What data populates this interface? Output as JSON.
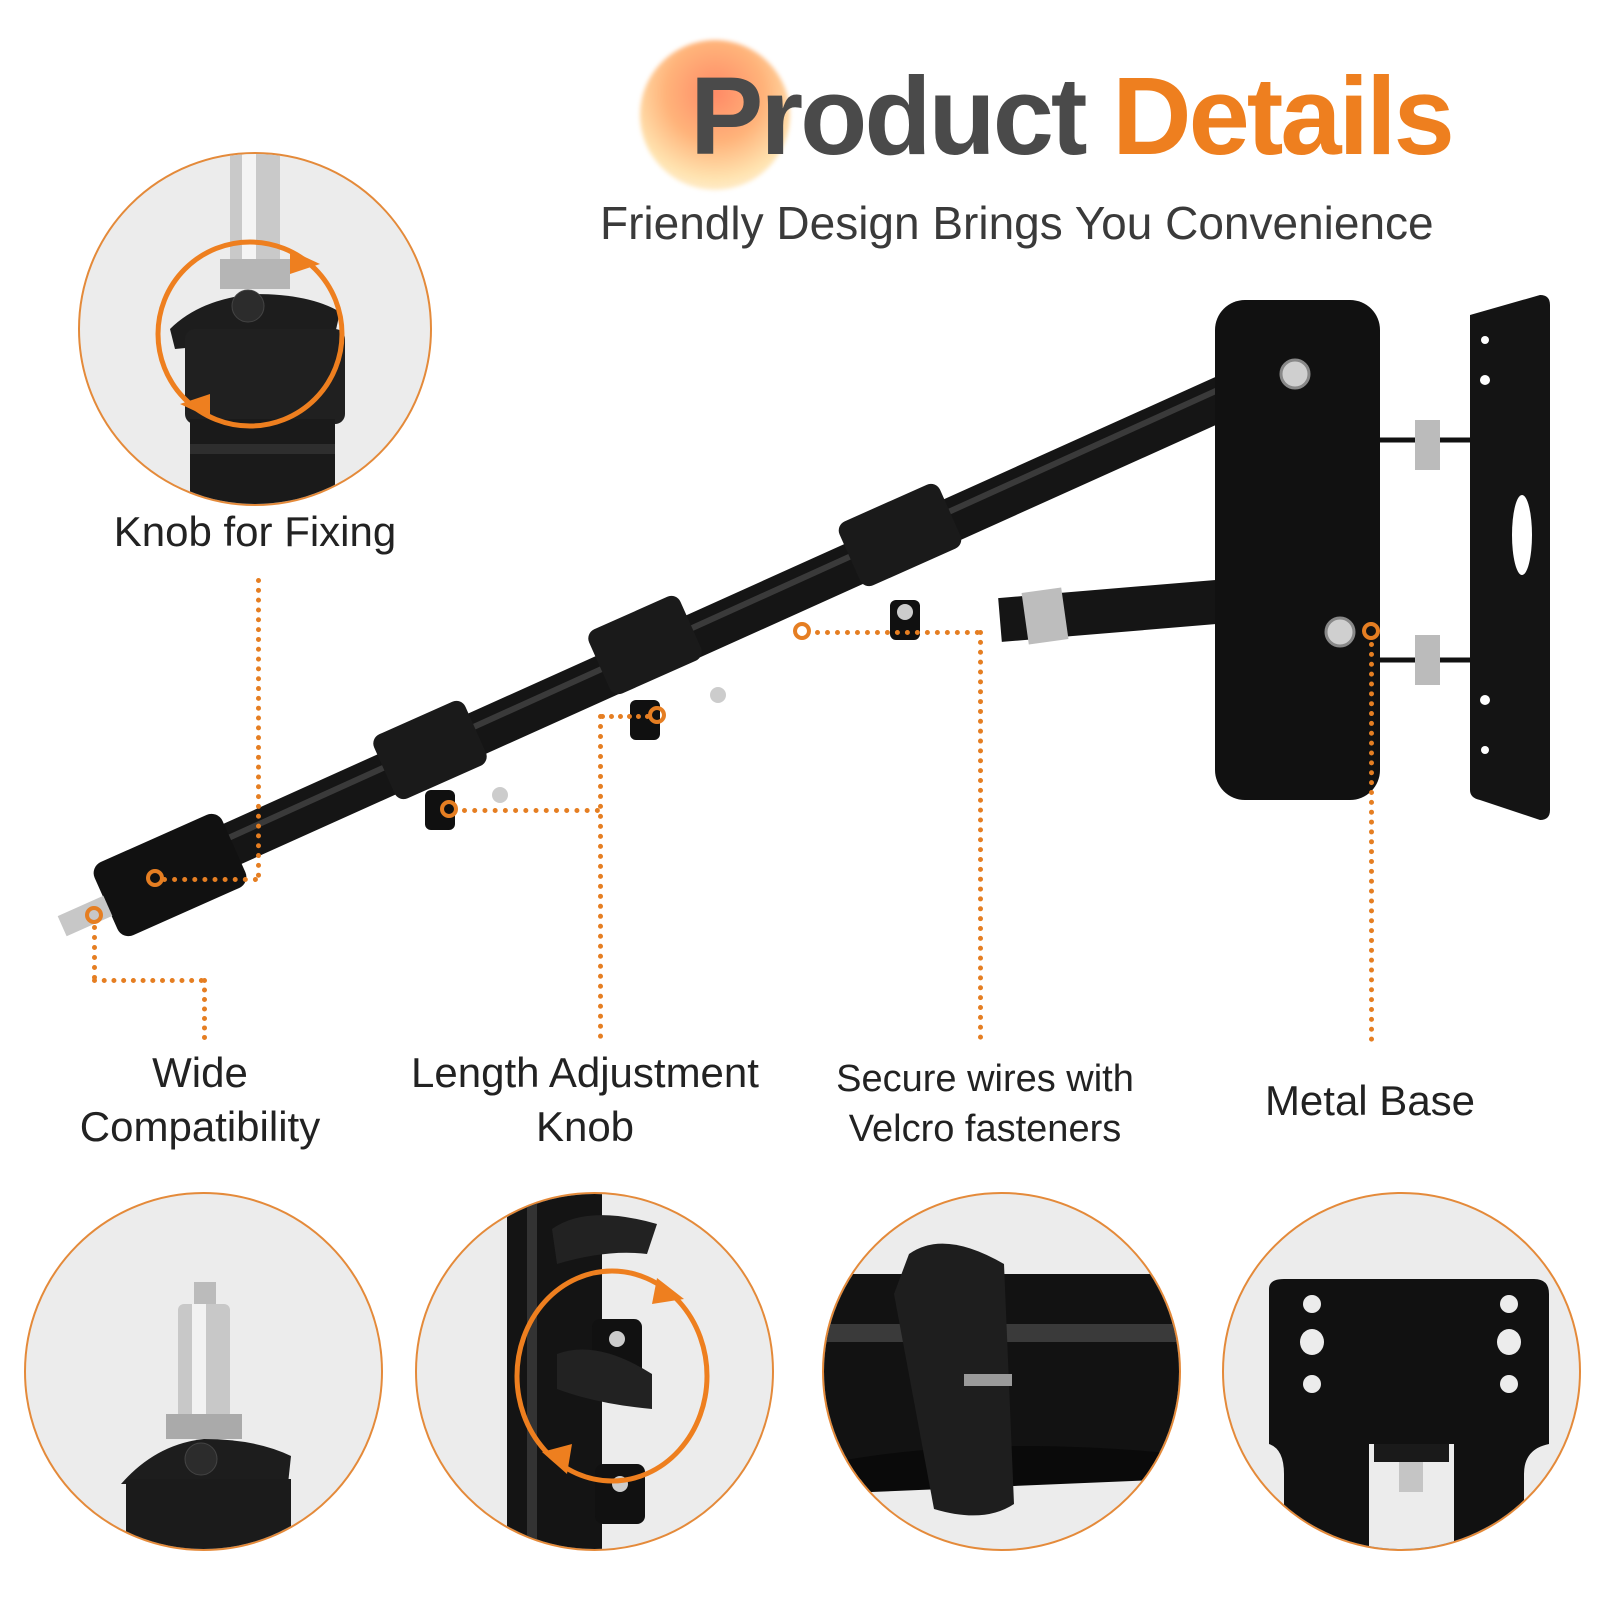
{
  "header": {
    "title_part1": "Product",
    "title_part2": "Details",
    "subtitle": "Friendly Design Brings You Convenience"
  },
  "colors": {
    "accent": "#ee7f1f",
    "title_dark": "#4a4a4a",
    "circle_bg": "#ececec",
    "product_black": "#111111"
  },
  "features": {
    "knob_for_fixing": {
      "label": "Knob for Fixing",
      "icon": "rotate-arrows-icon"
    },
    "wide_compatibility": {
      "line1": "Wide",
      "line2": "Compatibility"
    },
    "length_adjustment": {
      "line1": "Length Adjustment",
      "line2": "Knob",
      "icon": "rotate-arrows-icon"
    },
    "velcro": {
      "line1": "Secure wires with",
      "line2": "Velcro fasteners"
    },
    "metal_base": {
      "label": "Metal Base"
    }
  }
}
